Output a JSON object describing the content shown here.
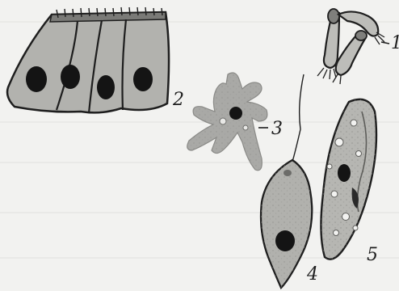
{
  "labels": {
    "cilia_cell": "1",
    "epithelium": "2",
    "amoeba": "3",
    "euglena": "4",
    "paramecium": "5"
  },
  "colors": {
    "ink": "#1e1e1e",
    "cell_fill": "#a9a9a6",
    "cell_fill_light": "#bdbdb9",
    "nucleus": "#141414",
    "background": "#f2f2f0"
  }
}
